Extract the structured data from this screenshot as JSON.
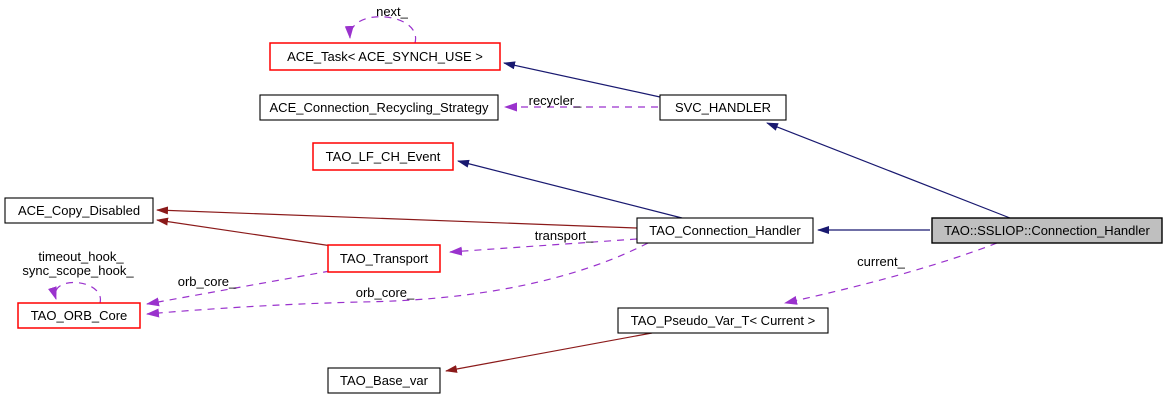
{
  "diagram": {
    "kind": "doxygen-collaboration-graph",
    "focus_class": "TAO::SSLIOP::Connection_Handler",
    "colors": {
      "public_inheritance_edge": "#191970",
      "private_inheritance_edge": "#8b1a1a",
      "usage_edge": "#9a32cd",
      "node_border": "#000000",
      "truncated_node_border": "#ff0000",
      "focus_node_fill": "#bfbfbf",
      "node_fill": "#ffffff"
    }
  },
  "nodes": {
    "ace_task": {
      "label": "ACE_Task< ACE_SYNCH_USE >",
      "border": "red"
    },
    "ace_connection_recycling_strategy": {
      "label": "ACE_Connection_Recycling_Strategy",
      "border": "black"
    },
    "svc_handler": {
      "label": "SVC_HANDLER",
      "border": "black"
    },
    "tao_lf_ch_event": {
      "label": "TAO_LF_CH_Event",
      "border": "red"
    },
    "ace_copy_disabled": {
      "label": "ACE_Copy_Disabled",
      "border": "black"
    },
    "tao_transport": {
      "label": "TAO_Transport",
      "border": "red"
    },
    "tao_connection_handler": {
      "label": "TAO_Connection_Handler",
      "border": "black"
    },
    "tao_sslip_connection_handler": {
      "label": "TAO::SSLIOP::Connection_Handler",
      "border": "black",
      "fill": "gray"
    },
    "tao_orb_core": {
      "label": "TAO_ORB_Core",
      "border": "red"
    },
    "tao_pseudo_var_t": {
      "label": "TAO_Pseudo_Var_T< Current >",
      "border": "black"
    },
    "tao_base_var": {
      "label": "TAO_Base_var",
      "border": "black"
    }
  },
  "labels": {
    "next": "next_",
    "recycler": "recycler_",
    "transport": "transport_",
    "orb_core_upper": "orb_core_",
    "orb_core_lower": "orb_core_",
    "current": "current_",
    "timeout_hook": "timeout_hook_",
    "sync_scope_hook": "sync_scope_hook_"
  },
  "edges": [
    {
      "from": "SVC_HANDLER",
      "to": "ACE_Task< ACE_SYNCH_USE >",
      "type": "public-inheritance"
    },
    {
      "from": "TAO::SSLIOP::Connection_Handler",
      "to": "SVC_HANDLER",
      "type": "public-inheritance"
    },
    {
      "from": "TAO_Connection_Handler",
      "to": "TAO_LF_CH_Event",
      "type": "public-inheritance"
    },
    {
      "from": "TAO::SSLIOP::Connection_Handler",
      "to": "TAO_Connection_Handler",
      "type": "public-inheritance"
    },
    {
      "from": "TAO_Connection_Handler",
      "to": "ACE_Copy_Disabled",
      "type": "private-inheritance"
    },
    {
      "from": "TAO_Transport",
      "to": "ACE_Copy_Disabled",
      "type": "private-inheritance"
    },
    {
      "from": "TAO_Pseudo_Var_T< Current >",
      "to": "TAO_Base_var",
      "type": "private-inheritance"
    },
    {
      "from": "ACE_Task< ACE_SYNCH_USE >",
      "to": "ACE_Task< ACE_SYNCH_USE >",
      "type": "usage",
      "label": "next_"
    },
    {
      "from": "SVC_HANDLER",
      "to": "ACE_Connection_Recycling_Strategy",
      "type": "usage",
      "label": "recycler_"
    },
    {
      "from": "TAO_Connection_Handler",
      "to": "TAO_Transport",
      "type": "usage",
      "label": "transport_"
    },
    {
      "from": "TAO_Transport",
      "to": "TAO_ORB_Core",
      "type": "usage",
      "label": "orb_core_"
    },
    {
      "from": "TAO_Connection_Handler",
      "to": "TAO_ORB_Core",
      "type": "usage",
      "label": "orb_core_"
    },
    {
      "from": "TAO::SSLIOP::Connection_Handler",
      "to": "TAO_Pseudo_Var_T< Current >",
      "type": "usage",
      "label": "current_"
    },
    {
      "from": "TAO_ORB_Core",
      "to": "TAO_ORB_Core",
      "type": "usage",
      "label": "timeout_hook_ sync_scope_hook_"
    }
  ]
}
